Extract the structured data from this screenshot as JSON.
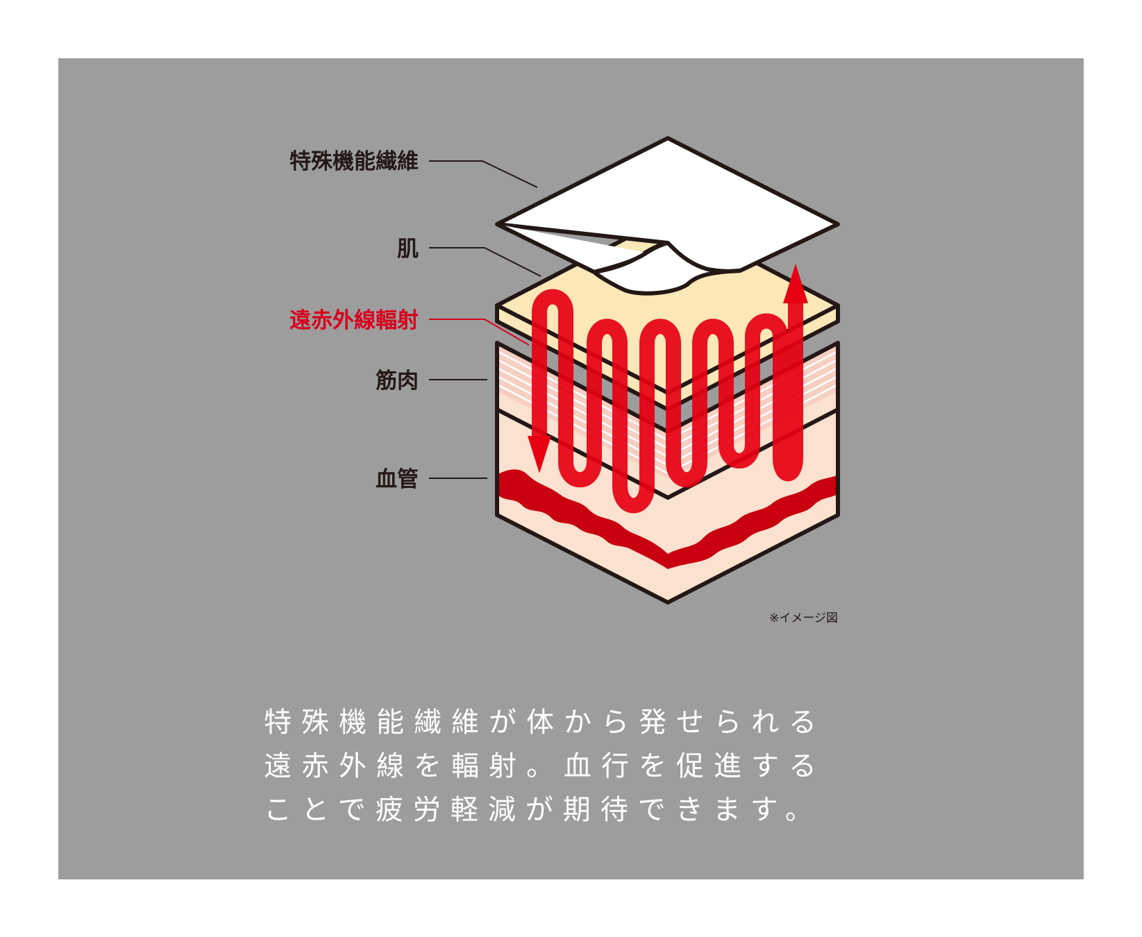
{
  "labels": {
    "fiber": "特殊機能繊維",
    "skin": "肌",
    "far_infrared": "遠赤外線輻射",
    "muscle": "筋肉",
    "blood_vessel": "血管"
  },
  "note": "※イメージ図",
  "caption": [
    "特殊機能繊維が体から発せられる",
    "遠赤外線を輻射。血行を促進する",
    "ことで疲労軽減が期待できます。"
  ],
  "colors": {
    "background": "#9d9d9d",
    "fiber_sheet": "#ffffff",
    "skin_layer": "#fbe7b8",
    "muscle_layer": "#f6cfc2",
    "tissue_layer": "#fbe1cf",
    "blood_vessel": "#c8000f",
    "radiation_arrow": "#e60012",
    "outline": "#231815",
    "label_highlight": "#d7001c"
  }
}
